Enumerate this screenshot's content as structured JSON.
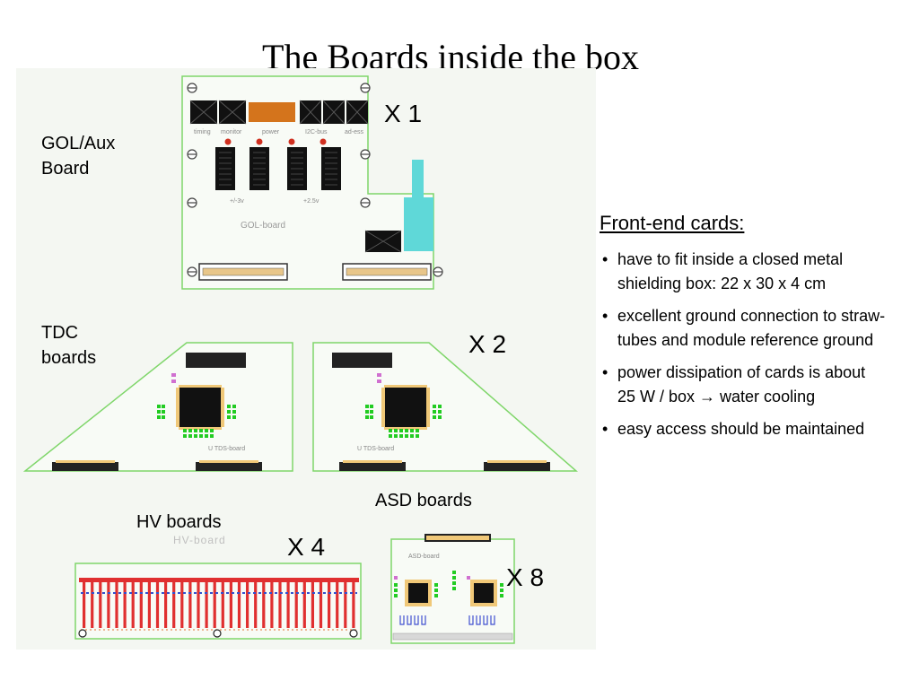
{
  "slide": {
    "title": "The Boards inside the box"
  },
  "labels": {
    "gol_board": [
      "GOL/Aux",
      "Board"
    ],
    "tdc_boards": [
      "TDC",
      "boards"
    ],
    "hv_boards": "HV boards",
    "asd_boards": "ASD boards"
  },
  "multipliers": {
    "gol": "X 1",
    "tdc": "X 2",
    "hv": "X 4",
    "asd": "X 8"
  },
  "board_silkscreen": {
    "gol_connectors": [
      "timing",
      "monitor",
      "power",
      "I2C-bus",
      "ad-ess"
    ],
    "gol_voltages": [
      "+/-3v",
      "+2.5v"
    ],
    "gol_name": "GOL-board",
    "tdc_name": "U TDS-board",
    "tdc_name_2": "U TDS-board",
    "hv_name": "HV-board",
    "asd_name": "ASD-board"
  },
  "notes": {
    "heading": "Front-end cards:",
    "bullets": [
      "have to fit inside a closed metal  shielding box: 22 x 30 x 4 cm",
      "excellent ground connection to straw-tubes and module reference ground",
      "power dissipation of cards is about 25 W / box → water cooling",
      "easy access should be maintained"
    ]
  },
  "colors": {
    "board_outline": "#7fd66a",
    "power_connector": "#d4741c",
    "cooling_block": "#5fd8d8",
    "hv_resistor": "#e03030",
    "hv_bus": "#3050d0",
    "chip_pad": "#f0c878",
    "led": "#d03020",
    "small_component": "#22cc22"
  }
}
